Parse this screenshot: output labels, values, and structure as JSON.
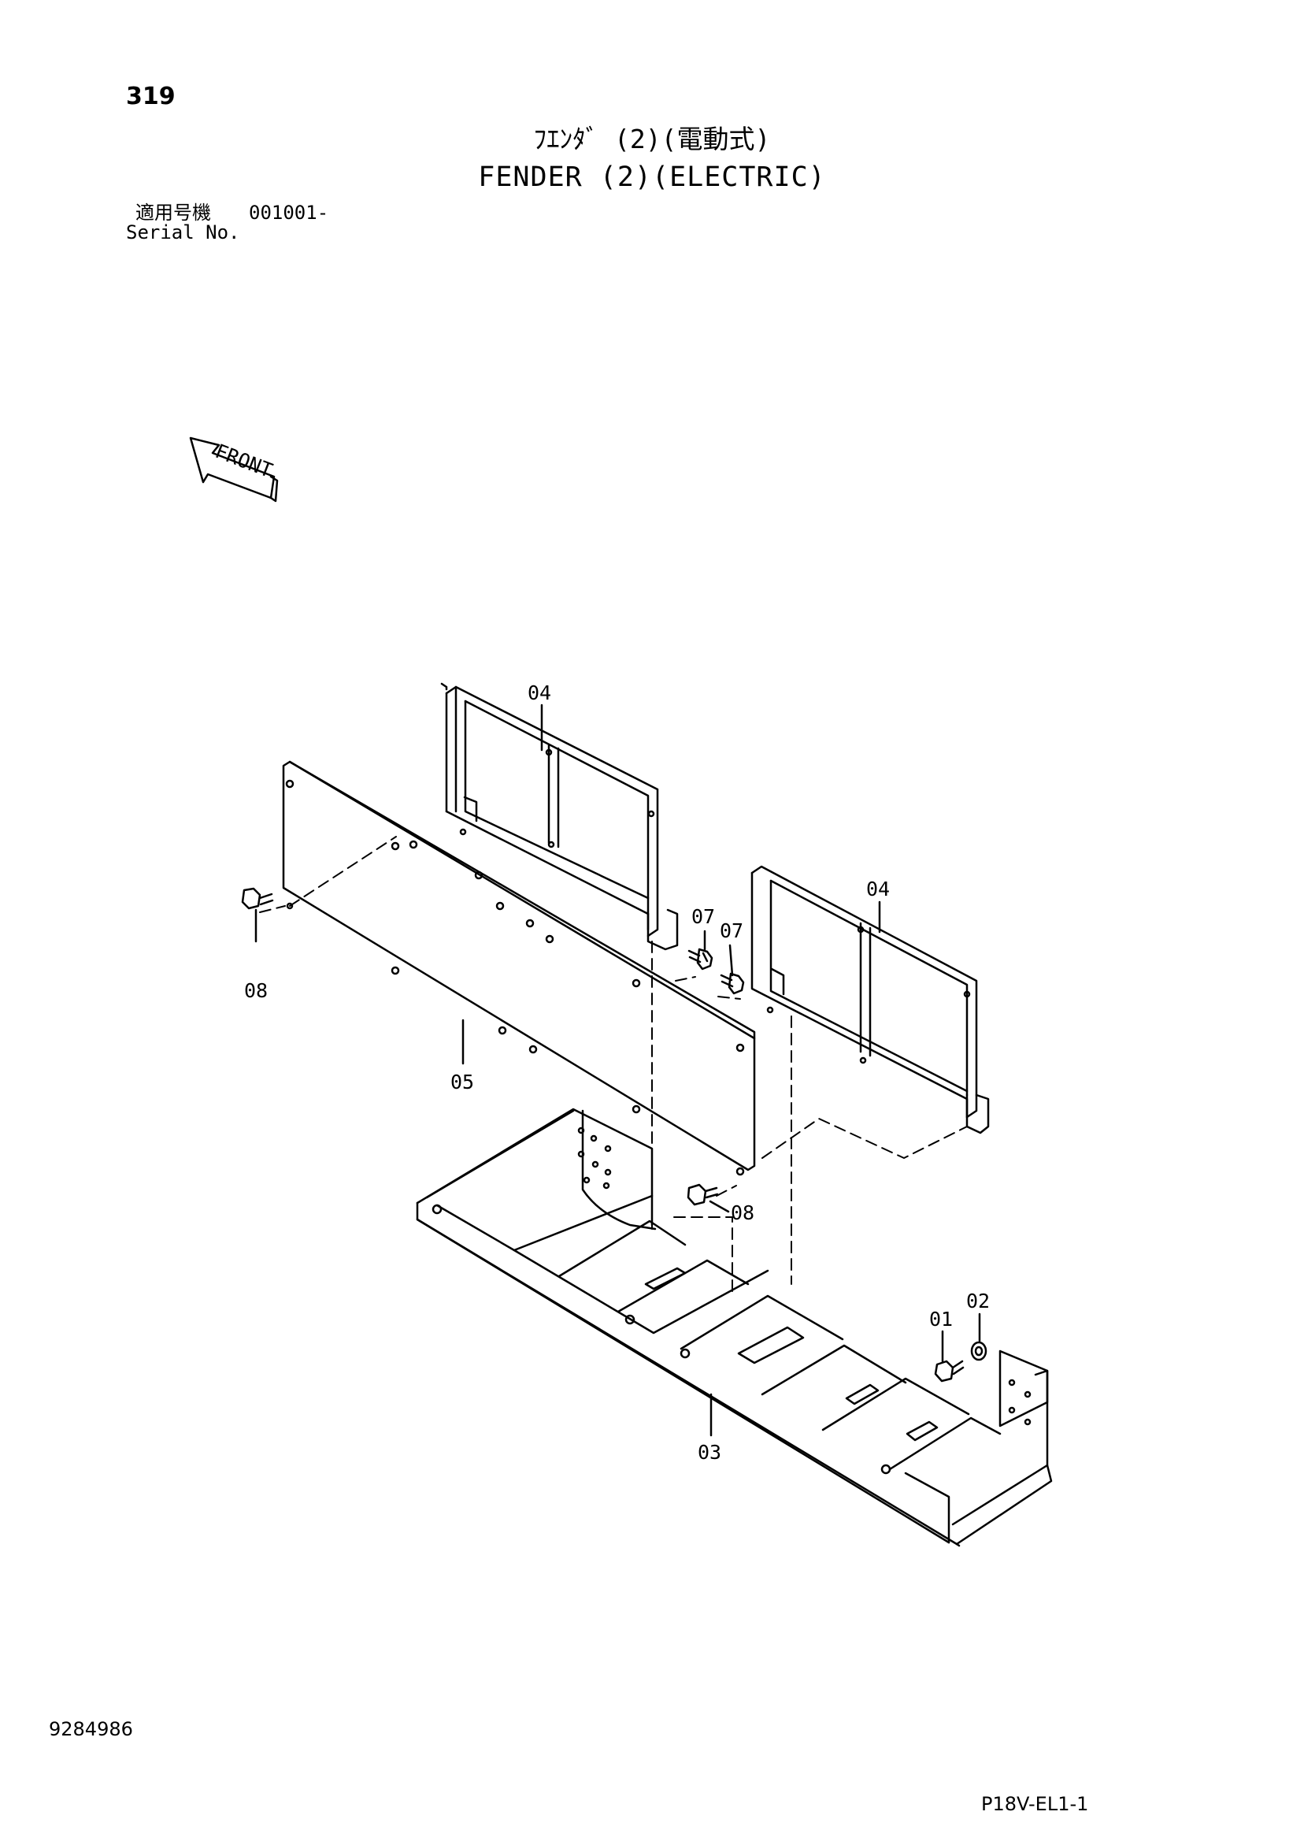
{
  "page_number": "319",
  "title": {
    "japanese": "ﾌｴﾝﾀﾞ (2)(電動式)",
    "english": "FENDER (2)(ELECTRIC)"
  },
  "serial": {
    "label_jp": "適用号機",
    "value": "001001-",
    "label_en": "Serial No."
  },
  "front_arrow_label": "FRONT",
  "callouts": {
    "p04_top": "04",
    "p04_right": "04",
    "p07_left": "07",
    "p07_right": "07",
    "p08_left": "08",
    "p08_right": "08",
    "p05": "05",
    "p01": "01",
    "p02": "02",
    "p03": "03"
  },
  "document_number": "9284986",
  "model_code": "P18V-EL1-1"
}
